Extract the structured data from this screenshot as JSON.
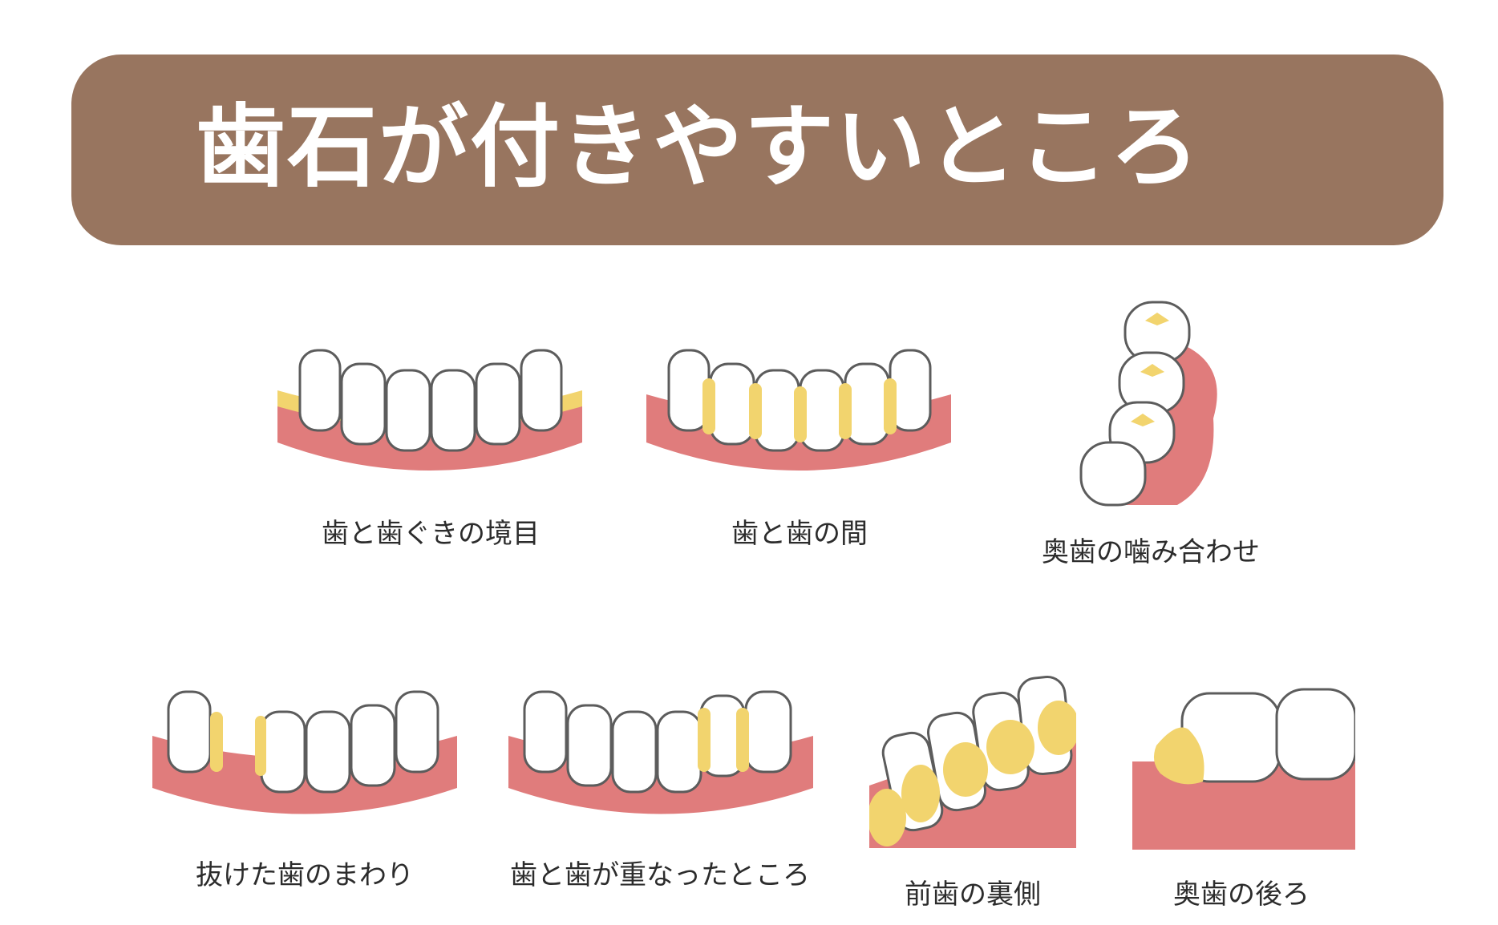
{
  "title": "歯石が付きやすいところ",
  "colors": {
    "banner": "#98755f",
    "gum": "#e07c7c",
    "tartar": "#f2d46e",
    "tooth_outline": "#5c5c5c"
  },
  "items": [
    {
      "caption": "歯と歯ぐきの境目",
      "icon": "lower-teeth-gumline-tartar"
    },
    {
      "caption": "歯と歯の間",
      "icon": "lower-teeth-interdental-tartar"
    },
    {
      "caption": "奥歯の噛み合わせ",
      "icon": "molar-occlusal-tartar"
    },
    {
      "caption": "抜けた歯のまわり",
      "icon": "missing-tooth-tartar"
    },
    {
      "caption": "歯と歯が重なったところ",
      "icon": "overlapping-teeth-tartar"
    },
    {
      "caption": "前歯の裏側",
      "icon": "front-teeth-back-tartar"
    },
    {
      "caption": "奥歯の後ろ",
      "icon": "back-molar-tartar"
    }
  ]
}
